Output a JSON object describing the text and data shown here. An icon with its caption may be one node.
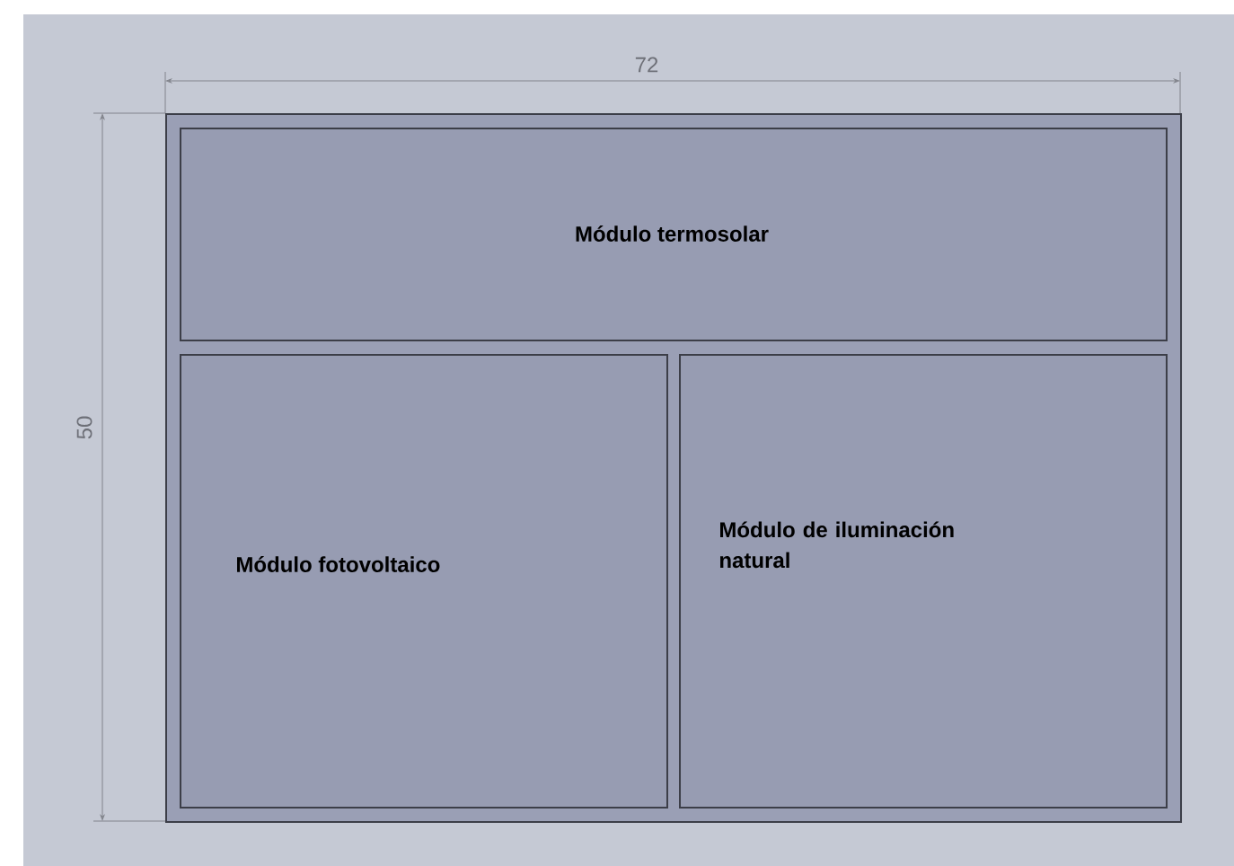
{
  "diagram": {
    "nodes": [
      {
        "text": [],
        "shape": "box"
      },
      {
        "text": [
          "Módulo termosolar"
        ],
        "in": 0
      },
      {
        "text": [
          "Módulo fotovoltaico"
        ],
        "in": 0
      },
      {
        "text": [
          "Módulo de iluminación natural"
        ],
        "in": 0
      }
    ],
    "edges": [],
    "labels": [
      "72",
      "50"
    ]
  }
}
